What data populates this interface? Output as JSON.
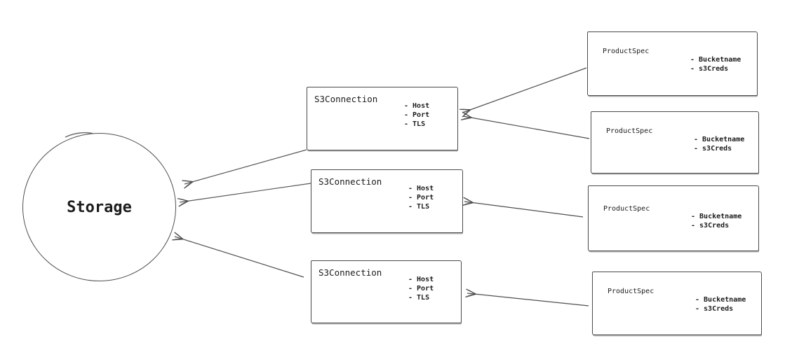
{
  "diagram": {
    "colors": {
      "background": "#ffffff",
      "stroke": "#4f4f4f",
      "text": "#1c1c1c"
    },
    "storage_node": {
      "label": "Storage"
    },
    "s3_connections": [
      {
        "title": "S3Connection",
        "attributes": [
          "- Host",
          "- Port",
          "- TLS"
        ]
      },
      {
        "title": "S3Connection",
        "attributes": [
          "- Host",
          "- Port",
          "- TLS"
        ]
      },
      {
        "title": "S3Connection",
        "attributes": [
          "- Host",
          "- Port",
          "- TLS"
        ]
      }
    ],
    "product_specs": [
      {
        "title": "ProductSpec",
        "attributes": [
          "- Bucketname",
          "- s3Creds"
        ]
      },
      {
        "title": "ProductSpec",
        "attributes": [
          "- Bucketname",
          "- s3Creds"
        ]
      },
      {
        "title": "ProductSpec",
        "attributes": [
          "- Bucketname",
          "- s3Creds"
        ]
      },
      {
        "title": "ProductSpec",
        "attributes": [
          "- Bucketname",
          "- s3Creds"
        ]
      }
    ],
    "edges": [
      {
        "from": "product-spec-1",
        "to": "s3-connection-1"
      },
      {
        "from": "product-spec-2",
        "to": "s3-connection-1"
      },
      {
        "from": "product-spec-3",
        "to": "s3-connection-2"
      },
      {
        "from": "product-spec-4",
        "to": "s3-connection-3"
      },
      {
        "from": "s3-connection-1",
        "to": "storage"
      },
      {
        "from": "s3-connection-2",
        "to": "storage"
      },
      {
        "from": "s3-connection-3",
        "to": "storage"
      }
    ]
  }
}
